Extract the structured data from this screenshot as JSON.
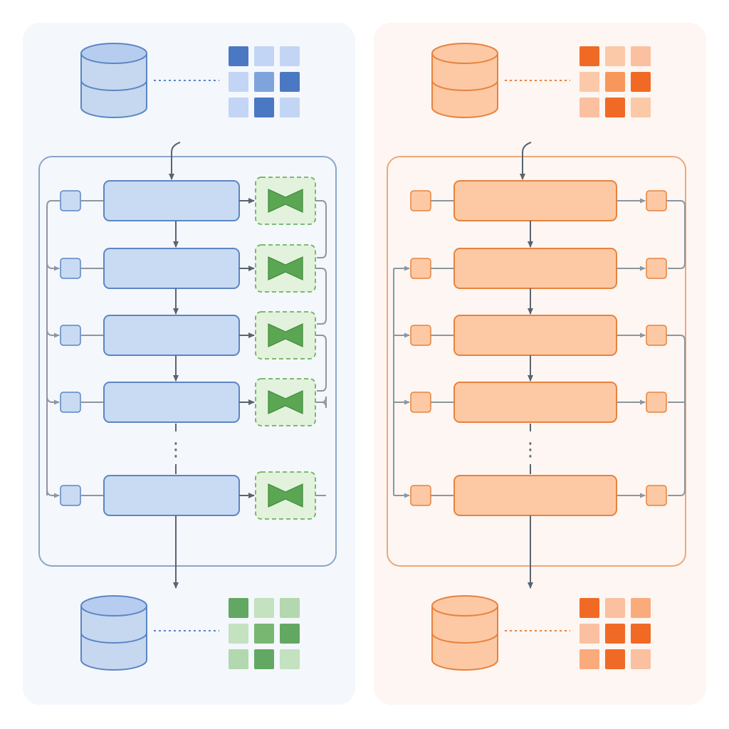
{
  "panels": [
    {
      "id": "left",
      "theme": "blue",
      "background": "#f4f7fc",
      "stroke": "#5b86c4",
      "fill": "#c9daf3",
      "container_stroke": "#8aa6c8",
      "db_top_color": "#b7cdf0",
      "db_bottom_color": "#c6d7f0",
      "input_grid": [
        [
          "#4a78c2",
          "#c3d5f4",
          "#c3d5f4"
        ],
        [
          "#c3d5f4",
          "#7fa3dc",
          "#4a78c2"
        ],
        [
          "#c3d5f4",
          "#4a78c2",
          "#c3d5f4"
        ]
      ],
      "output_grid": [
        [
          "#62a862",
          "#c4e1c0",
          "#b3d7ae"
        ],
        [
          "#c4e1c0",
          "#78b772",
          "#62a862"
        ],
        [
          "#b3d7ae",
          "#62a862",
          "#c4e1c0"
        ]
      ],
      "connector_color": "#5b86c4",
      "layer_count_visible": 5,
      "side_module": {
        "kind": "adapter",
        "icon": "bowtie-icon",
        "fill": "#e3f2dc",
        "stroke": "#6cb45c",
        "icon_color": "#5aa652"
      }
    },
    {
      "id": "right",
      "theme": "orange",
      "background": "#fdf6f2",
      "stroke": "#e8823e",
      "fill": "#fcc9a4",
      "container_stroke": "#eda778",
      "db_top_color": "#fcc9a4",
      "db_bottom_color": "#fcc9a4",
      "input_grid": [
        [
          "#f06a25",
          "#fbc9a8",
          "#fbc0a0"
        ],
        [
          "#fbc9a8",
          "#f8975c",
          "#f06a25"
        ],
        [
          "#fbc0a0",
          "#f06a25",
          "#fbc9a8"
        ]
      ],
      "output_grid": [
        [
          "#f06a25",
          "#fbc0a0",
          "#f9ab7c"
        ],
        [
          "#fbc0a0",
          "#f06a25",
          "#f06a25"
        ],
        [
          "#f9ab7c",
          "#f06a25",
          "#fbc0a0"
        ]
      ],
      "connector_color": "#e8823e",
      "layer_count_visible": 5,
      "side_module": {
        "kind": "square",
        "icon": "",
        "fill": "#fcc9a4",
        "stroke": "#e8823e",
        "icon_color": ""
      }
    }
  ],
  "flow_arrow_color": "#5a6470",
  "link_line_color": "#8d96a0",
  "ellipsis": "⋮"
}
